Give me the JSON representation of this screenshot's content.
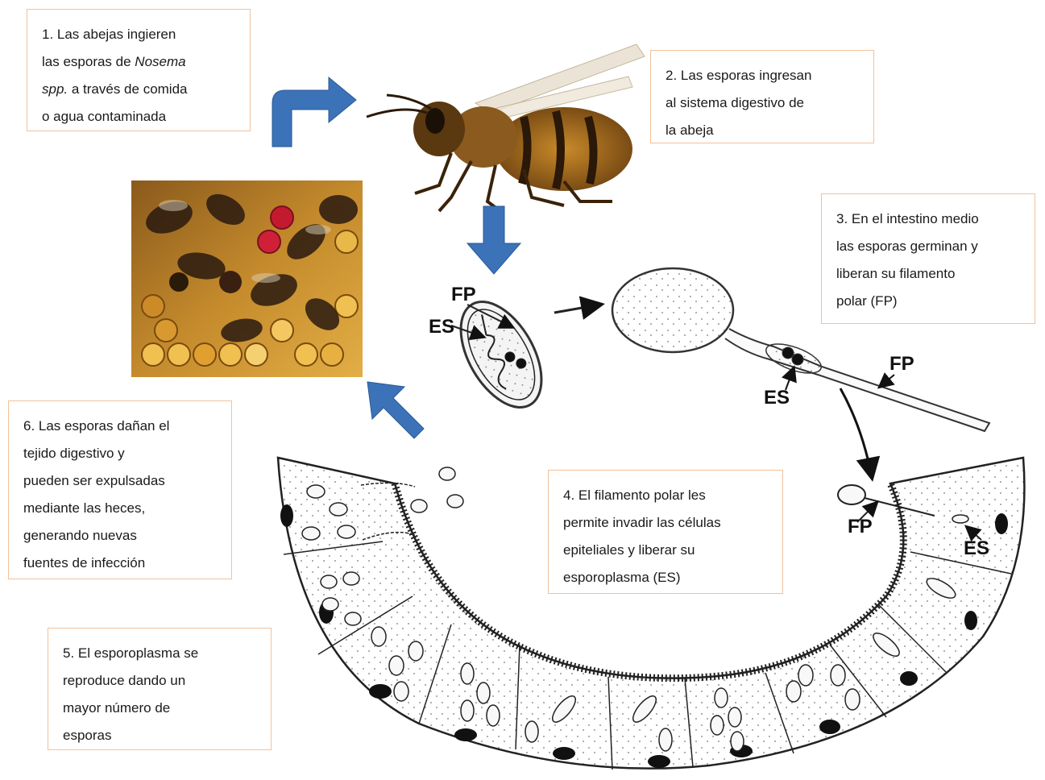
{
  "steps": {
    "s1": {
      "prefix": "1. Las abejas ingieren",
      "l2a": "las esporas de ",
      "l2b": "Nosema",
      "l3a": "spp.",
      "l3b": " a través de comida",
      "l4": "o agua contaminada"
    },
    "s2": {
      "l1": "2. Las esporas ingresan",
      "l2": "al sistema digestivo de",
      "l3": "la abeja"
    },
    "s3": {
      "l1": "3. En el intestino medio",
      "l2": "las esporas germinan y",
      "l3": "liberan su filamento",
      "l4": "polar (FP)"
    },
    "s4": {
      "l1": "4. El filamento polar les",
      "l2": "permite invadir las células",
      "l3": "epiteliales y liberar su",
      "l4": "esporoplasma (ES)"
    },
    "s5": {
      "l1": "5. El esporoplasma se",
      "l2": "reproduce dando un",
      "l3": "mayor número de",
      "l4": "esporas"
    },
    "s6": {
      "l1": "6. Las esporas dañan el",
      "l2": "tejido digestivo y",
      "l3": "pueden ser expulsadas",
      "l4": "mediante las heces,",
      "l5": "generando nuevas",
      "l6": "fuentes de infección"
    }
  },
  "labels": {
    "fp1": "FP",
    "es1": "ES",
    "fp2": "FP",
    "es2": "ES",
    "fp3": "FP",
    "es3": "ES"
  },
  "colors": {
    "arrow_blue": "#3c73b8",
    "box_border": "#f2c19a"
  }
}
